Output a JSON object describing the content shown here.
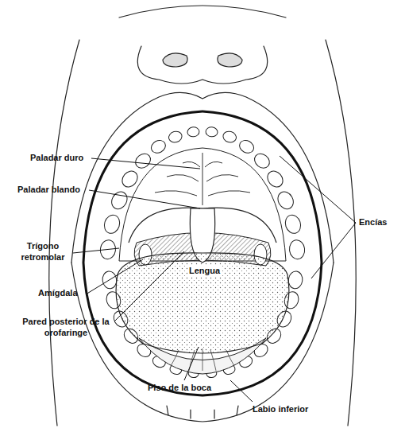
{
  "diagram": {
    "labels": [
      "Paladar duro",
      "Paladar blando",
      "Encías",
      "Trígono retromolar",
      "Amígdala",
      "Lengua",
      "Pared posterior de la orofaringe",
      "Piso de la boca",
      "Labio inferior"
    ]
  }
}
